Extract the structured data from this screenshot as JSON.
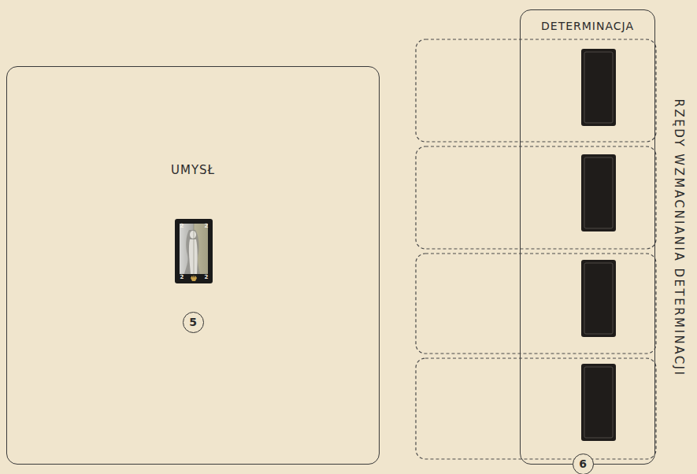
{
  "diagram": {
    "nodes": [
      {
        "text": [
          "UMYSŁ"
        ]
      },
      {
        "text": [
          "DETERMINACJA"
        ]
      }
    ],
    "labels": [
      "5",
      "6",
      "RZĘDY WZMACNIANIA DETERMINACJI",
      "2",
      "2",
      "2",
      "2"
    ]
  }
}
